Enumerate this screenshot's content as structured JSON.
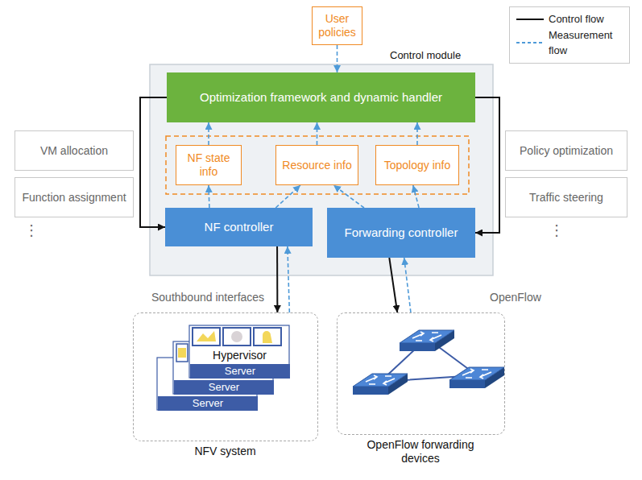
{
  "diagram": {
    "nodes": [
      {
        "text": [
          "User policies"
        ]
      },
      {
        "text": [
          "Control module"
        ]
      },
      {
        "text": [
          "Optimization framework and dynamic handler"
        ],
        "in": 1
      },
      {
        "text": [
          "NF state info"
        ],
        "in": 1
      },
      {
        "text": [
          "Resource info"
        ],
        "in": 1
      },
      {
        "text": [
          "Topology info"
        ],
        "in": 1
      },
      {
        "text": [
          "NF controller"
        ],
        "in": 1
      },
      {
        "text": [
          "Forwarding controller"
        ],
        "in": 1
      },
      {
        "text": [
          "VM allocation"
        ]
      },
      {
        "text": [
          "Function assignment"
        ]
      },
      {
        "text": [
          "Policy optimization"
        ]
      },
      {
        "text": [
          "Traffic steering"
        ]
      },
      {
        "text": [
          "NFV system"
        ]
      },
      {
        "text": [
          "Server"
        ],
        "in": 12
      },
      {
        "text": [
          "Server"
        ],
        "in": 12
      },
      {
        "text": [
          "Hypervisor"
        ],
        "in": 12
      },
      {
        "text": [
          "Server"
        ],
        "in": 12
      },
      {
        "text": [
          "OpenFlow forwarding devices"
        ]
      }
    ],
    "edges": [
      {
        "from": 0,
        "to": 2,
        "arrow": "to"
      },
      {
        "from": 3,
        "to": 2,
        "arrow": "to"
      },
      {
        "from": 4,
        "to": 2,
        "arrow": "to"
      },
      {
        "from": 5,
        "to": 2,
        "arrow": "to"
      },
      {
        "from": 6,
        "to": 3,
        "arrow": "to"
      },
      {
        "from": 6,
        "to": 4,
        "arrow": "to"
      },
      {
        "from": 7,
        "to": 4,
        "arrow": "to"
      },
      {
        "from": 7,
        "to": 5,
        "arrow": "to"
      },
      {
        "from": 2,
        "to": 6,
        "arrow": "to"
      },
      {
        "from": 2,
        "to": 7,
        "arrow": "to"
      },
      {
        "from": 6,
        "to": 12,
        "arrow": "to"
      },
      {
        "from": 12,
        "to": 6,
        "arrow": "to"
      },
      {
        "from": 7,
        "to": 17,
        "arrow": "to"
      },
      {
        "from": 17,
        "to": 7,
        "arrow": "to"
      }
    ],
    "labels": [
      "Southbound interfaces",
      "OpenFlow",
      "⋮",
      "⋮"
    ],
    "legend": [
      {
        "text": "Control flow"
      },
      {
        "text": "Measurement flow"
      }
    ]
  }
}
